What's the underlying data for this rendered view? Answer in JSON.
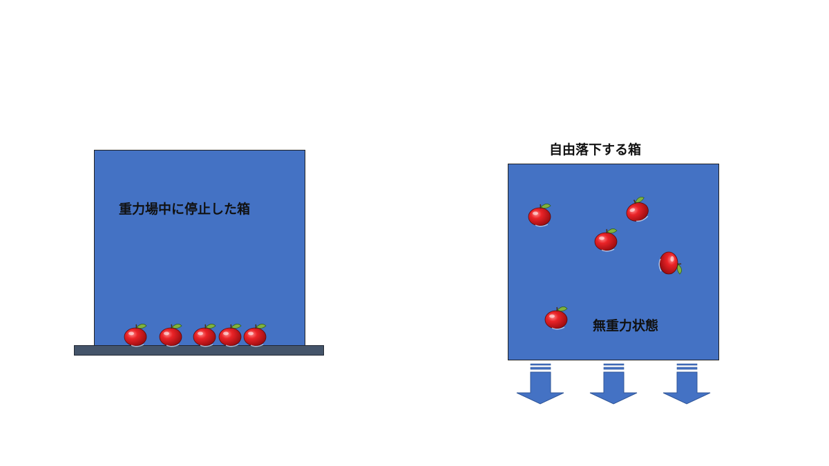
{
  "colors": {
    "box_fill": "#4472c4",
    "ground_fill": "#44546a",
    "apple_red": "#e0191e",
    "leaf_green": "#6fa63a",
    "arrow_fill": "#4472c4",
    "arrow_stroke": "#2f5597"
  },
  "left_panel": {
    "box_label": "重力場中に停止した箱",
    "apple_icon": "apple-icon",
    "apple_count": 5
  },
  "right_panel": {
    "title": "自由落下する箱",
    "box_label": "無重力状態",
    "apple_icon": "apple-icon",
    "apple_count": 5,
    "fall_arrow_icon": "down-arrow-icon",
    "fall_arrow_count": 3
  }
}
